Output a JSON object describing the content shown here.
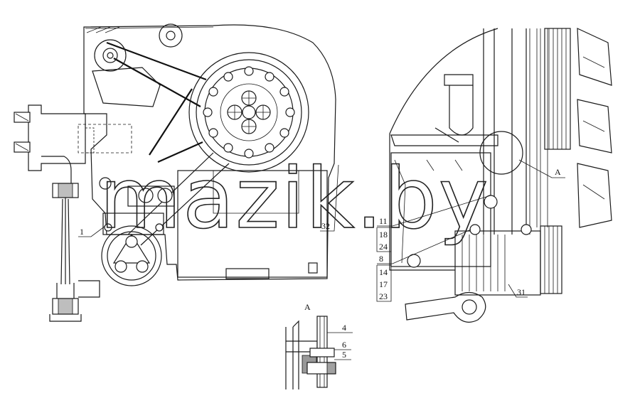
{
  "watermark": "mazik.by",
  "labels": {
    "l1": "1",
    "l32": "32",
    "l11": "11",
    "l18": "18",
    "l24": "24",
    "l8": "8",
    "l14": "14",
    "l17": "17",
    "l23": "23",
    "l31": "31",
    "lA": "A",
    "detailA": "A",
    "l4": "4",
    "l6": "6",
    "l5": "5"
  }
}
